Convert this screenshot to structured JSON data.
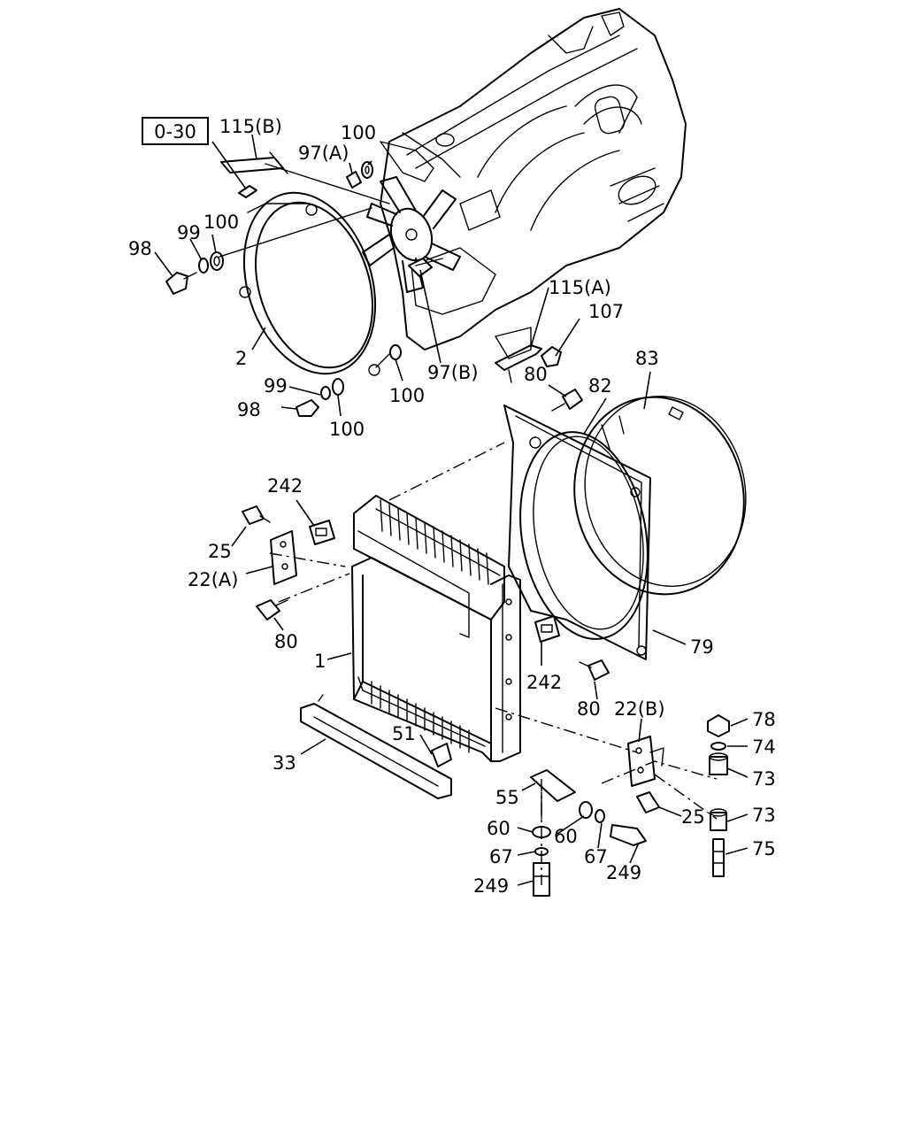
{
  "reference_box": "0-30",
  "labels": {
    "l115b": "115(B)",
    "l100a": "100",
    "l97a": "97(A)",
    "l99a": "99",
    "l100b": "100",
    "l98a": "98",
    "l115a": "115(A)",
    "l107": "107",
    "l2": "2",
    "l97b": "97(B)",
    "l99b": "99",
    "l100c": "100",
    "l98b": "98",
    "l100d": "100",
    "l80a": "80",
    "l83": "83",
    "l82": "82",
    "l242a": "242",
    "l25a": "25",
    "l22a": "22(A)",
    "l80b": "80",
    "l1": "1",
    "l79": "79",
    "l242b": "242",
    "l80c": "80",
    "l22b": "22(B)",
    "l78": "78",
    "l74": "74",
    "l73a": "73",
    "l51": "51",
    "l33": "33",
    "l55": "55",
    "l25b": "25",
    "l73b": "73",
    "l60a": "60",
    "l60b": "60",
    "l75": "75",
    "l67a": "67",
    "l67b": "67",
    "l249a": "249",
    "l249b": "249"
  }
}
